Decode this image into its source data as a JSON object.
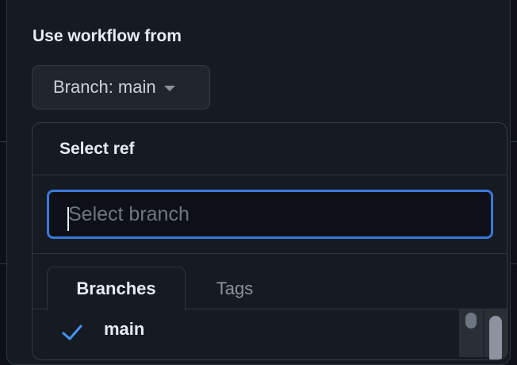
{
  "workflow": {
    "section_title": "Use workflow from",
    "branch_button_label": "Branch: main"
  },
  "ref_selector": {
    "title": "Select ref",
    "filter_placeholder": "Select branch",
    "filter_value": "",
    "tabs": [
      {
        "label": "Branches",
        "active": true
      },
      {
        "label": "Tags",
        "active": false
      }
    ],
    "items": [
      {
        "label": "main",
        "selected": true
      }
    ]
  },
  "colors": {
    "accent": "#3a78d9",
    "check": "#4493f8",
    "background": "#161b22"
  }
}
